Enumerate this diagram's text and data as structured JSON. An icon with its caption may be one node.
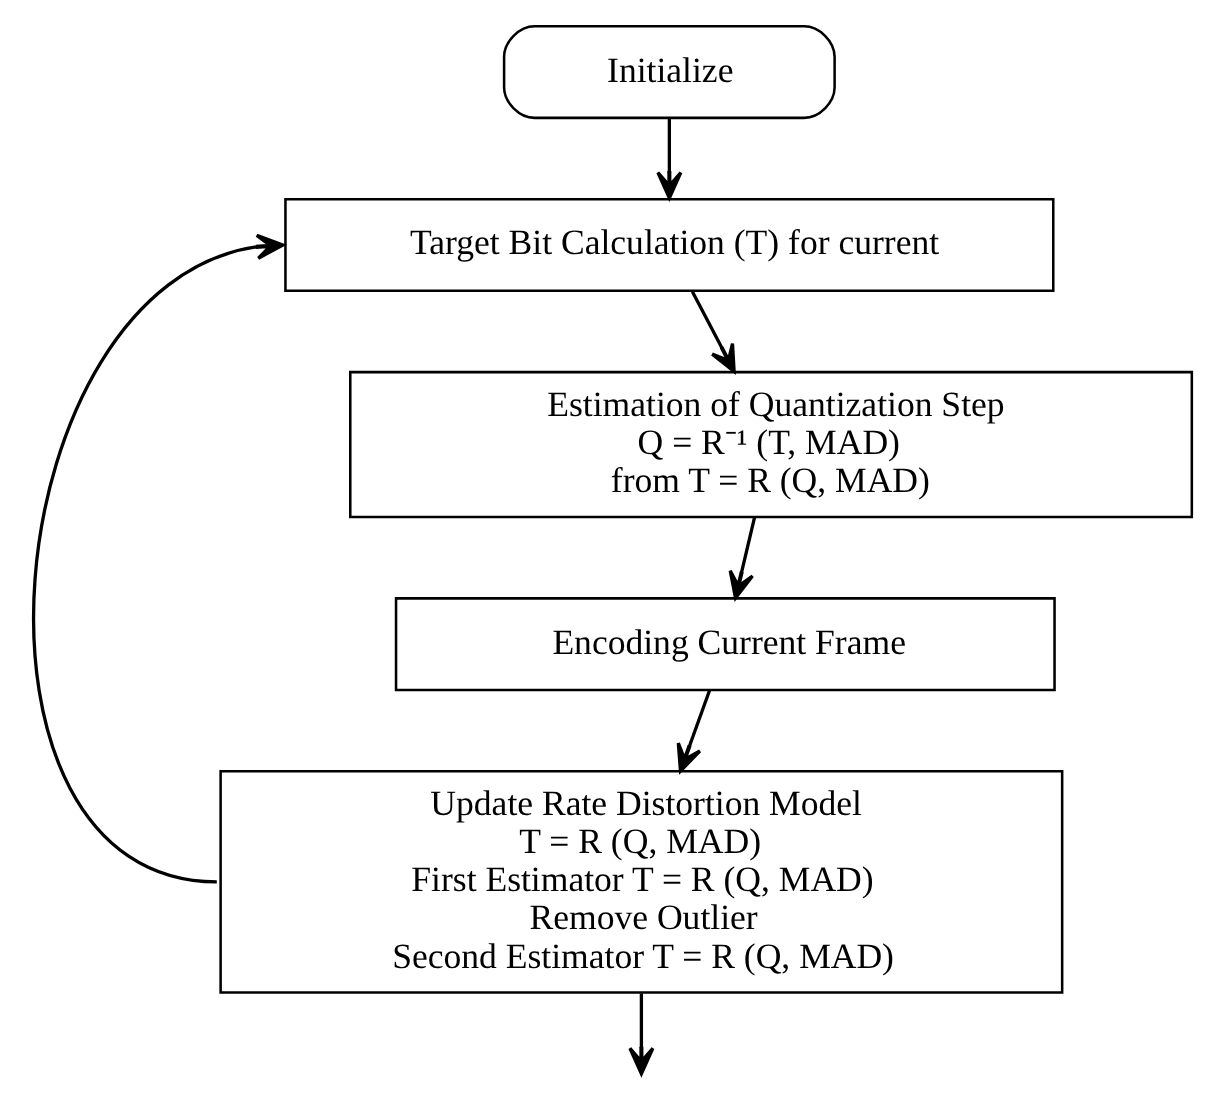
{
  "diagram": {
    "nodes": [
      {
        "text": [
          "Initialize"
        ]
      },
      {
        "text": [
          "Target Bit Calculation (T) for current"
        ]
      },
      {
        "text": [
          "Estimation of Quantization Step",
          "Q = R⁻¹ (T, MAD)",
          "from T = R (Q, MAD)"
        ]
      },
      {
        "text": [
          "Encoding Current Frame"
        ]
      },
      {
        "text": [
          "Update Rate Distortion Model",
          "T = R (Q, MAD)",
          "First Estimator T = R (Q, MAD)",
          "Remove Outlier",
          "Second Estimator T = R (Q, MAD)"
        ]
      }
    ],
    "edges": [
      {
        "from": 0,
        "to": 1,
        "arrow": "to"
      },
      {
        "from": 1,
        "to": 2,
        "arrow": "to"
      },
      {
        "from": 2,
        "to": 3,
        "arrow": "to"
      },
      {
        "from": 3,
        "to": 4,
        "arrow": "to"
      },
      {
        "from": 4,
        "to": null,
        "arrow": "to"
      },
      {
        "from": 4,
        "to": 1,
        "arrow": "to"
      }
    ]
  }
}
